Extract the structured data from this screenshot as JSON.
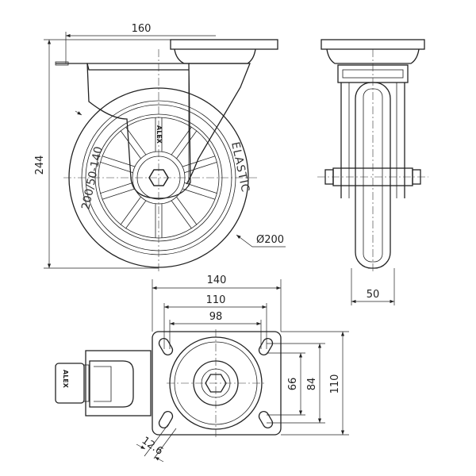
{
  "drawing": {
    "title": "Swivel caster with brake – technical drawing",
    "side_view": {
      "dim_width": "160",
      "dim_height": "244",
      "dim_wheel_diameter": "Ø200",
      "tire_text_size": "200/50-140",
      "tire_text_type": "ELASTIC",
      "fork_logo": "ALEX"
    },
    "front_view": {
      "dim_wheel_width": "50"
    },
    "top_view": {
      "dim_plate_width": "140",
      "dim_hole_outer": "110",
      "dim_hole_inner": "98",
      "dim_vertical_inner": "66",
      "dim_vertical_outer": "84",
      "dim_plate_height": "110",
      "dim_slot_width": "12.6",
      "brake_logo": "ALEX"
    }
  }
}
